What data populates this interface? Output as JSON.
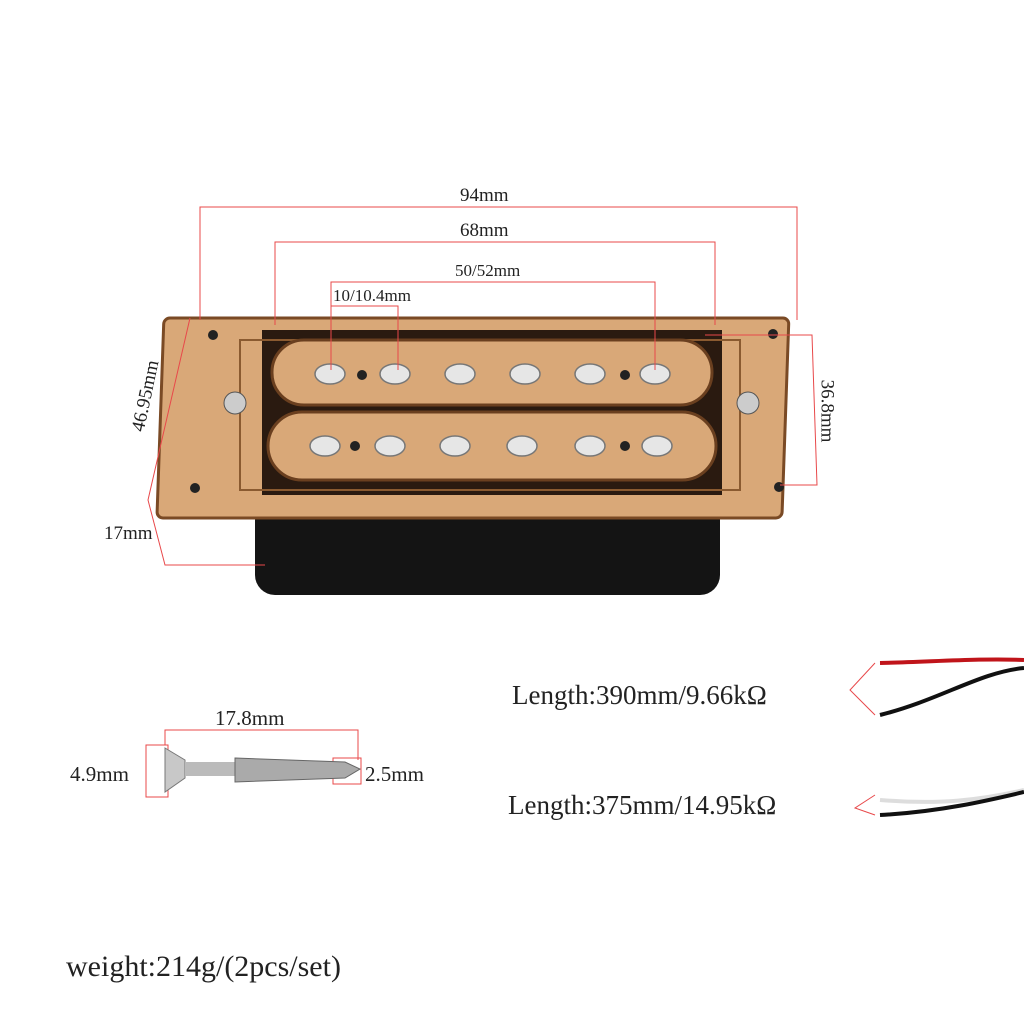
{
  "dimensions": {
    "total_length": "94mm",
    "inner_length": "68mm",
    "pole_spacing": "50/52mm",
    "pole_pitch": "10/10.4mm",
    "total_width": "46.95mm",
    "inner_width": "36.8mm",
    "height": "17mm"
  },
  "screw": {
    "length": "17.8mm",
    "head_diameter": "4.9mm",
    "tip_diameter": "2.5mm"
  },
  "leads": [
    {
      "text": "Length:390mm/9.66kΩ"
    },
    {
      "text": "Length:375mm/14.95kΩ"
    }
  ],
  "weight": "weight:214g/(2pcs/set)",
  "colors": {
    "dimension_line": "#e8484a",
    "wood": "#d9a878",
    "coil": "#111111"
  }
}
